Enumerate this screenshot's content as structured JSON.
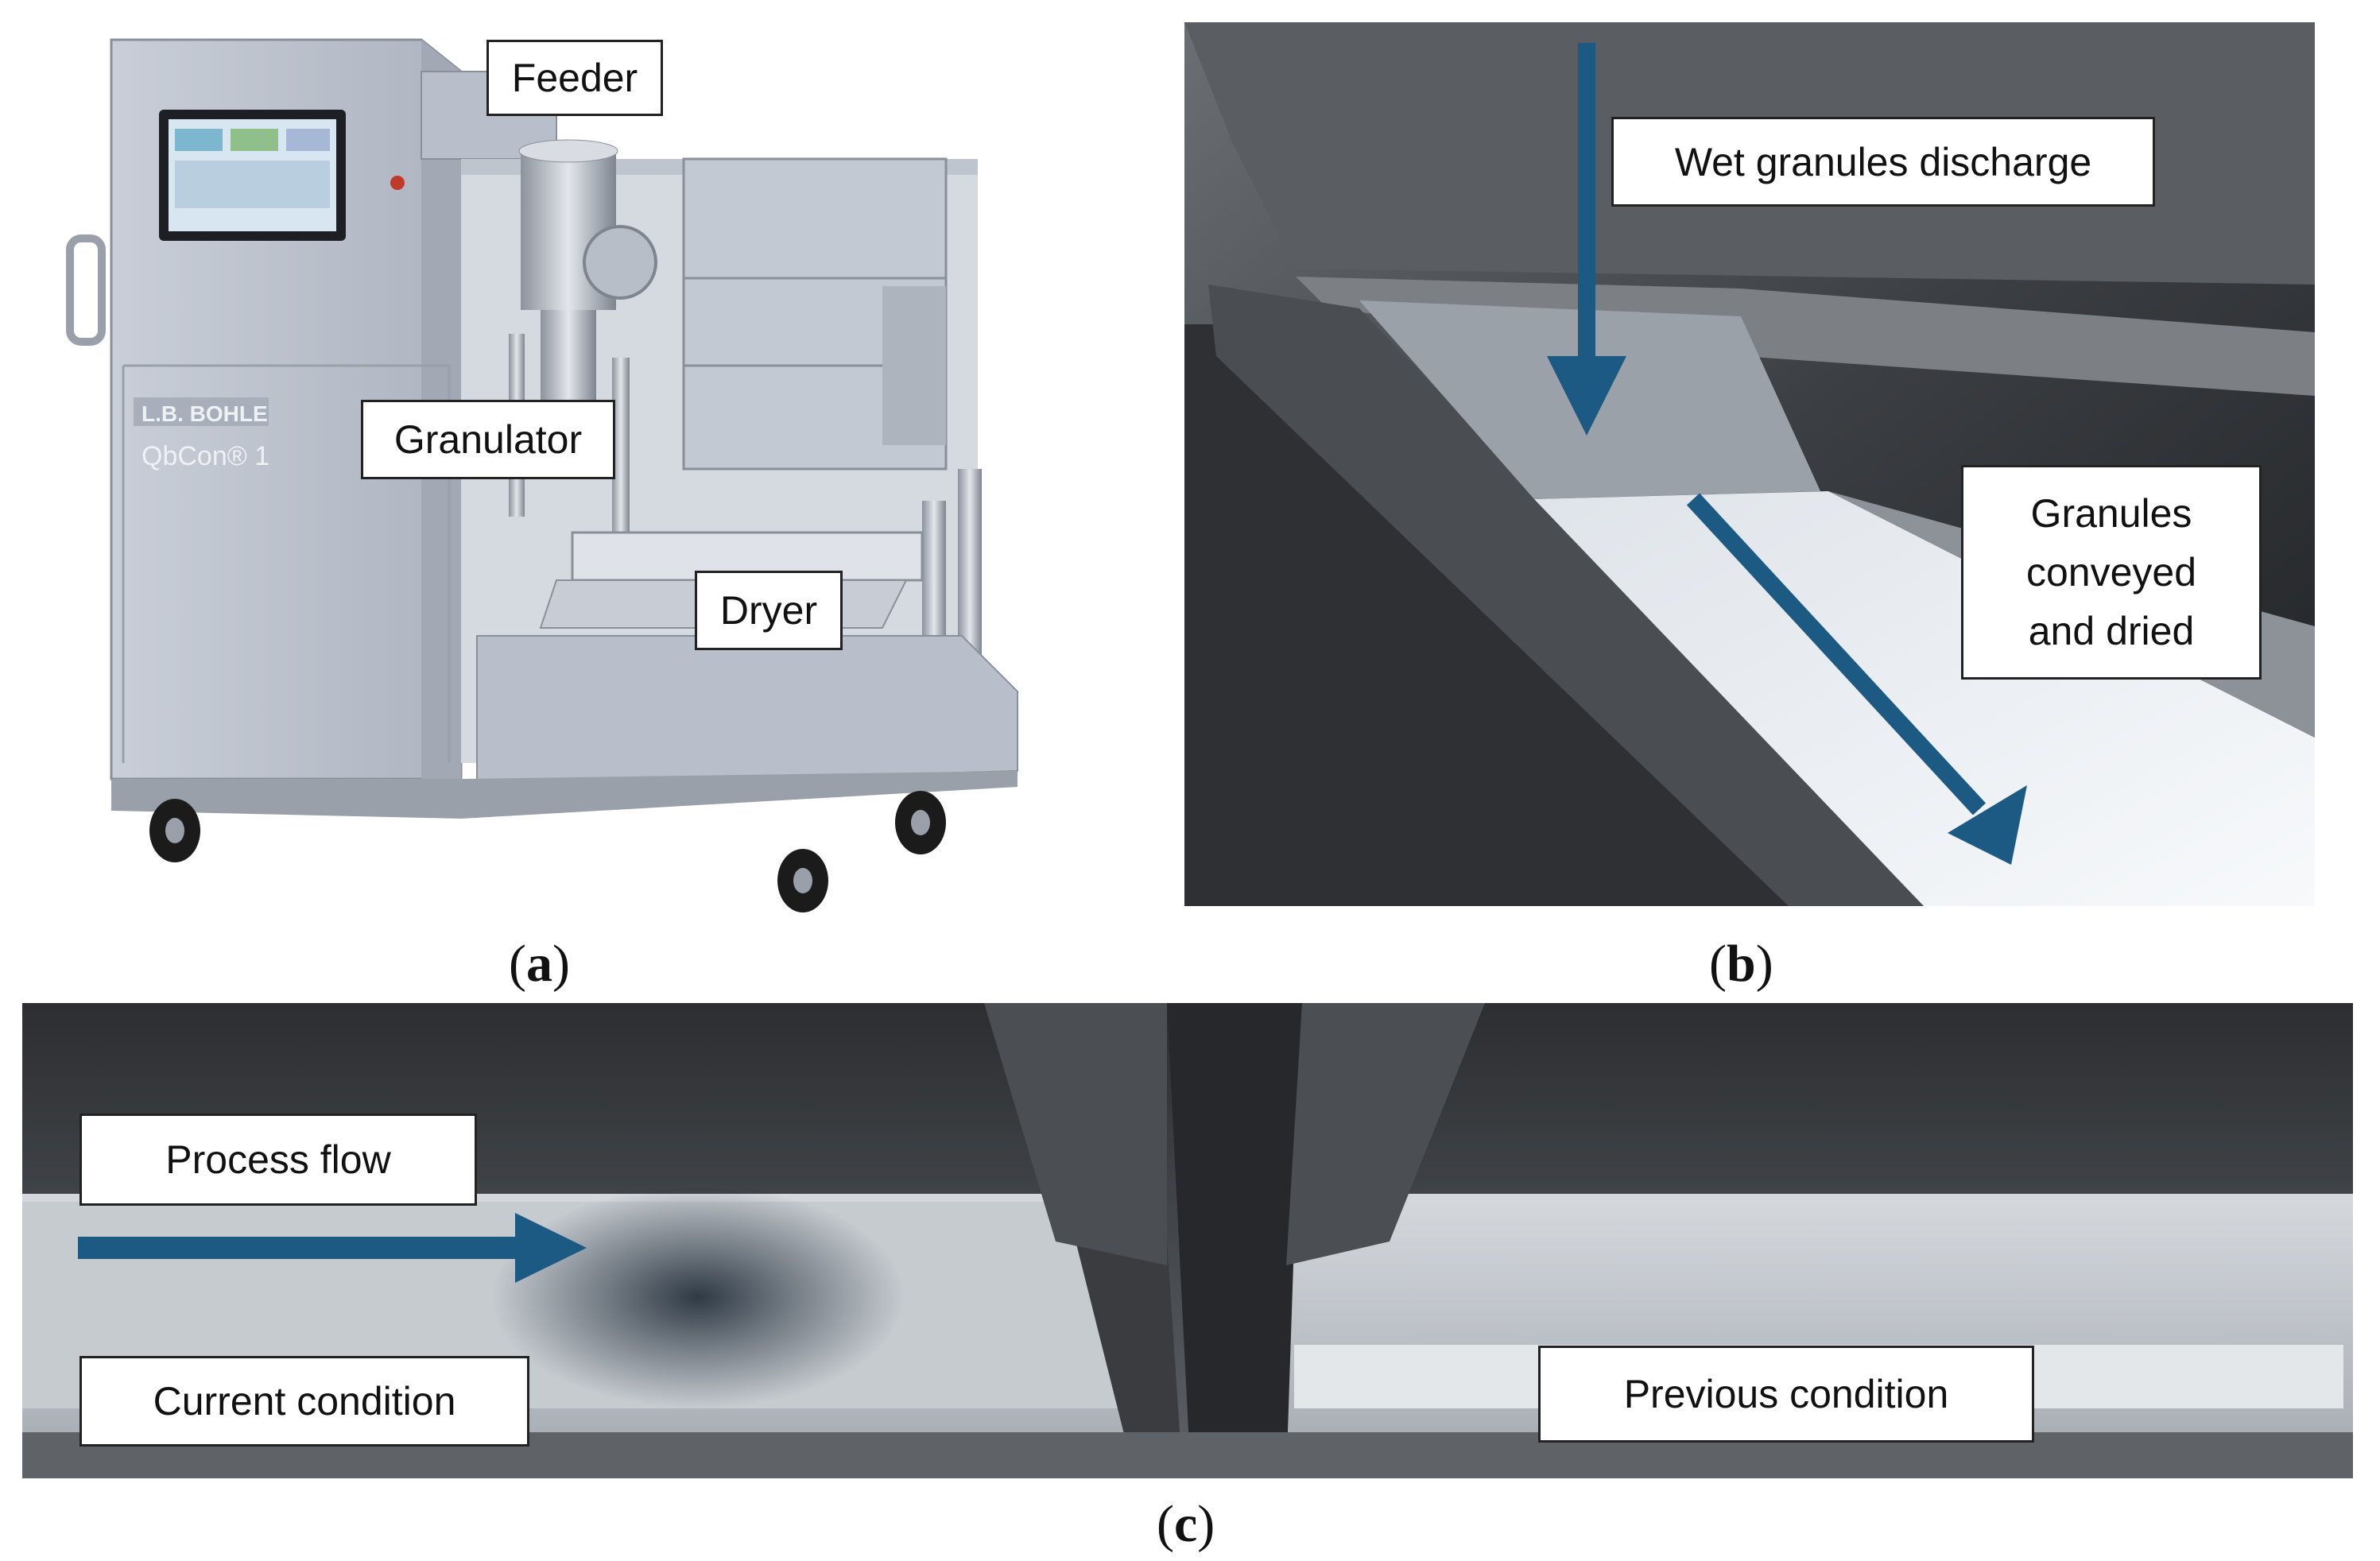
{
  "panels": {
    "a": {
      "caption_letter": "a",
      "machine_brand": "L.B. BOHLE",
      "machine_model": "QbCon® 1",
      "labels": {
        "feeder": "Feeder",
        "granulator": "Granulator",
        "dryer": "Dryer"
      }
    },
    "b": {
      "caption_letter": "b",
      "labels": {
        "discharge": "Wet granules discharge",
        "conveyed_line1": "Granules",
        "conveyed_line2": "conveyed",
        "conveyed_line3": "and dried"
      }
    },
    "c": {
      "caption_letter": "c",
      "labels": {
        "process_flow": "Process flow",
        "current": "Current condition",
        "previous": "Previous condition"
      }
    }
  },
  "colors": {
    "arrow": "#1c5a84",
    "label_border": "#222222"
  },
  "icons": {
    "arrow": "arrow-icon"
  }
}
